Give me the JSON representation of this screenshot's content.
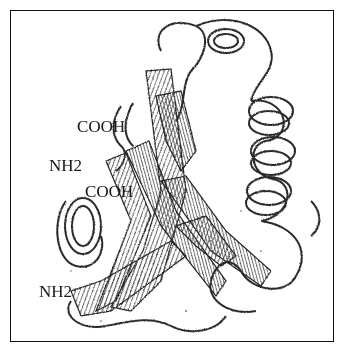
{
  "labels": {
    "cooh_top": "COOH",
    "nh2_upper": "NH2",
    "cooh_middle": "COOH",
    "nh2_lower": "NH2"
  },
  "colors": {
    "ink": "#2a2a2a",
    "hatch": "#555555",
    "frame": "#111111",
    "background": "#ffffff"
  }
}
